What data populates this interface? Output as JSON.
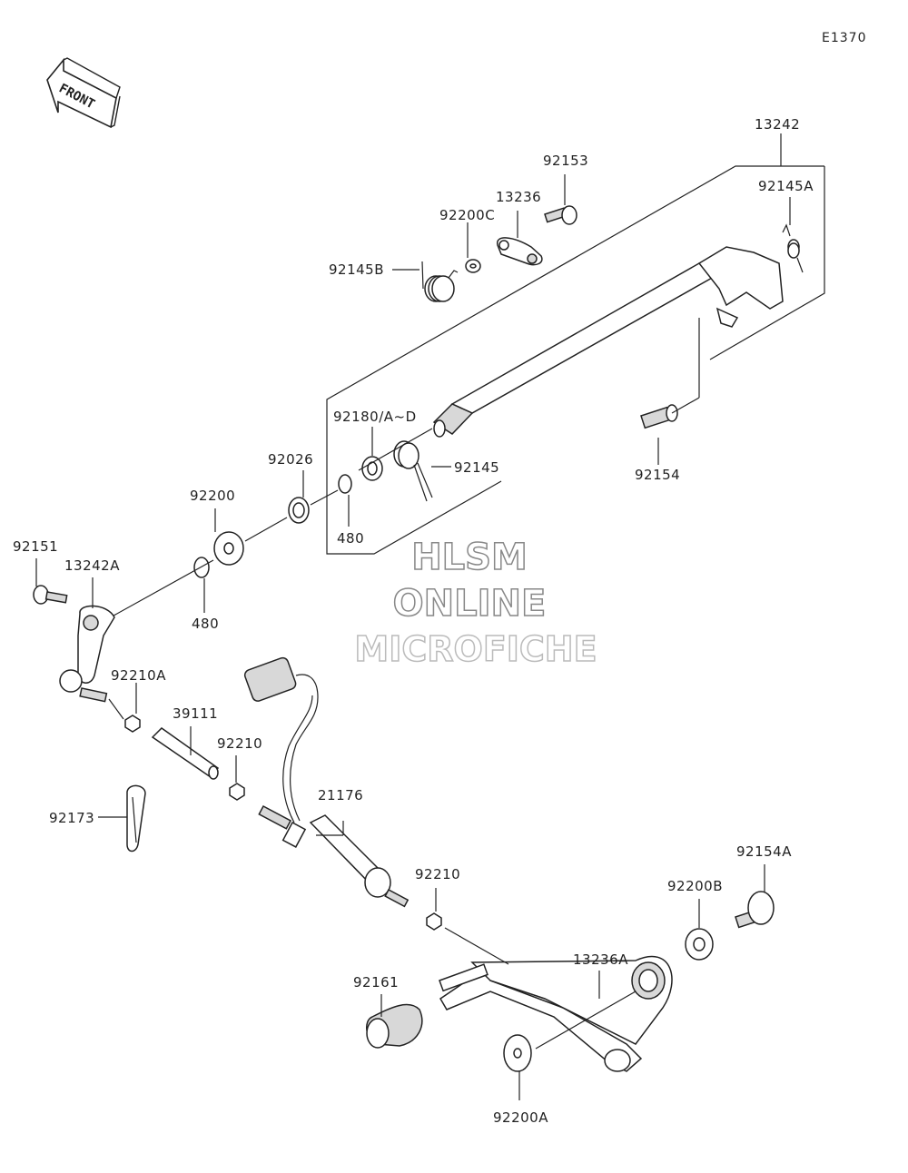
{
  "diagram": {
    "ref_code": "E1370",
    "front_label": "FRONT",
    "watermark": [
      "HLSM",
      "ONLINE",
      "MICROFICHE"
    ],
    "parts": {
      "p13242": "13242",
      "p92153": "92153",
      "p13236": "13236",
      "p92200C": "92200C",
      "p92145A": "92145A",
      "p92145B": "92145B",
      "p92180": "92180/A~D",
      "p92145": "92145",
      "p92154": "92154",
      "p92026": "92026",
      "p480a": "480",
      "p92200": "92200",
      "p480b": "480",
      "p92151": "92151",
      "p13242A": "13242A",
      "p92210A": "92210A",
      "p39111": "39111",
      "p92210a": "92210",
      "p21176": "21176",
      "p92173": "92173",
      "p92210b": "92210",
      "p92154A": "92154A",
      "p92200B": "92200B",
      "p13236A": "13236A",
      "p92161": "92161",
      "p92200A": "92200A"
    }
  }
}
